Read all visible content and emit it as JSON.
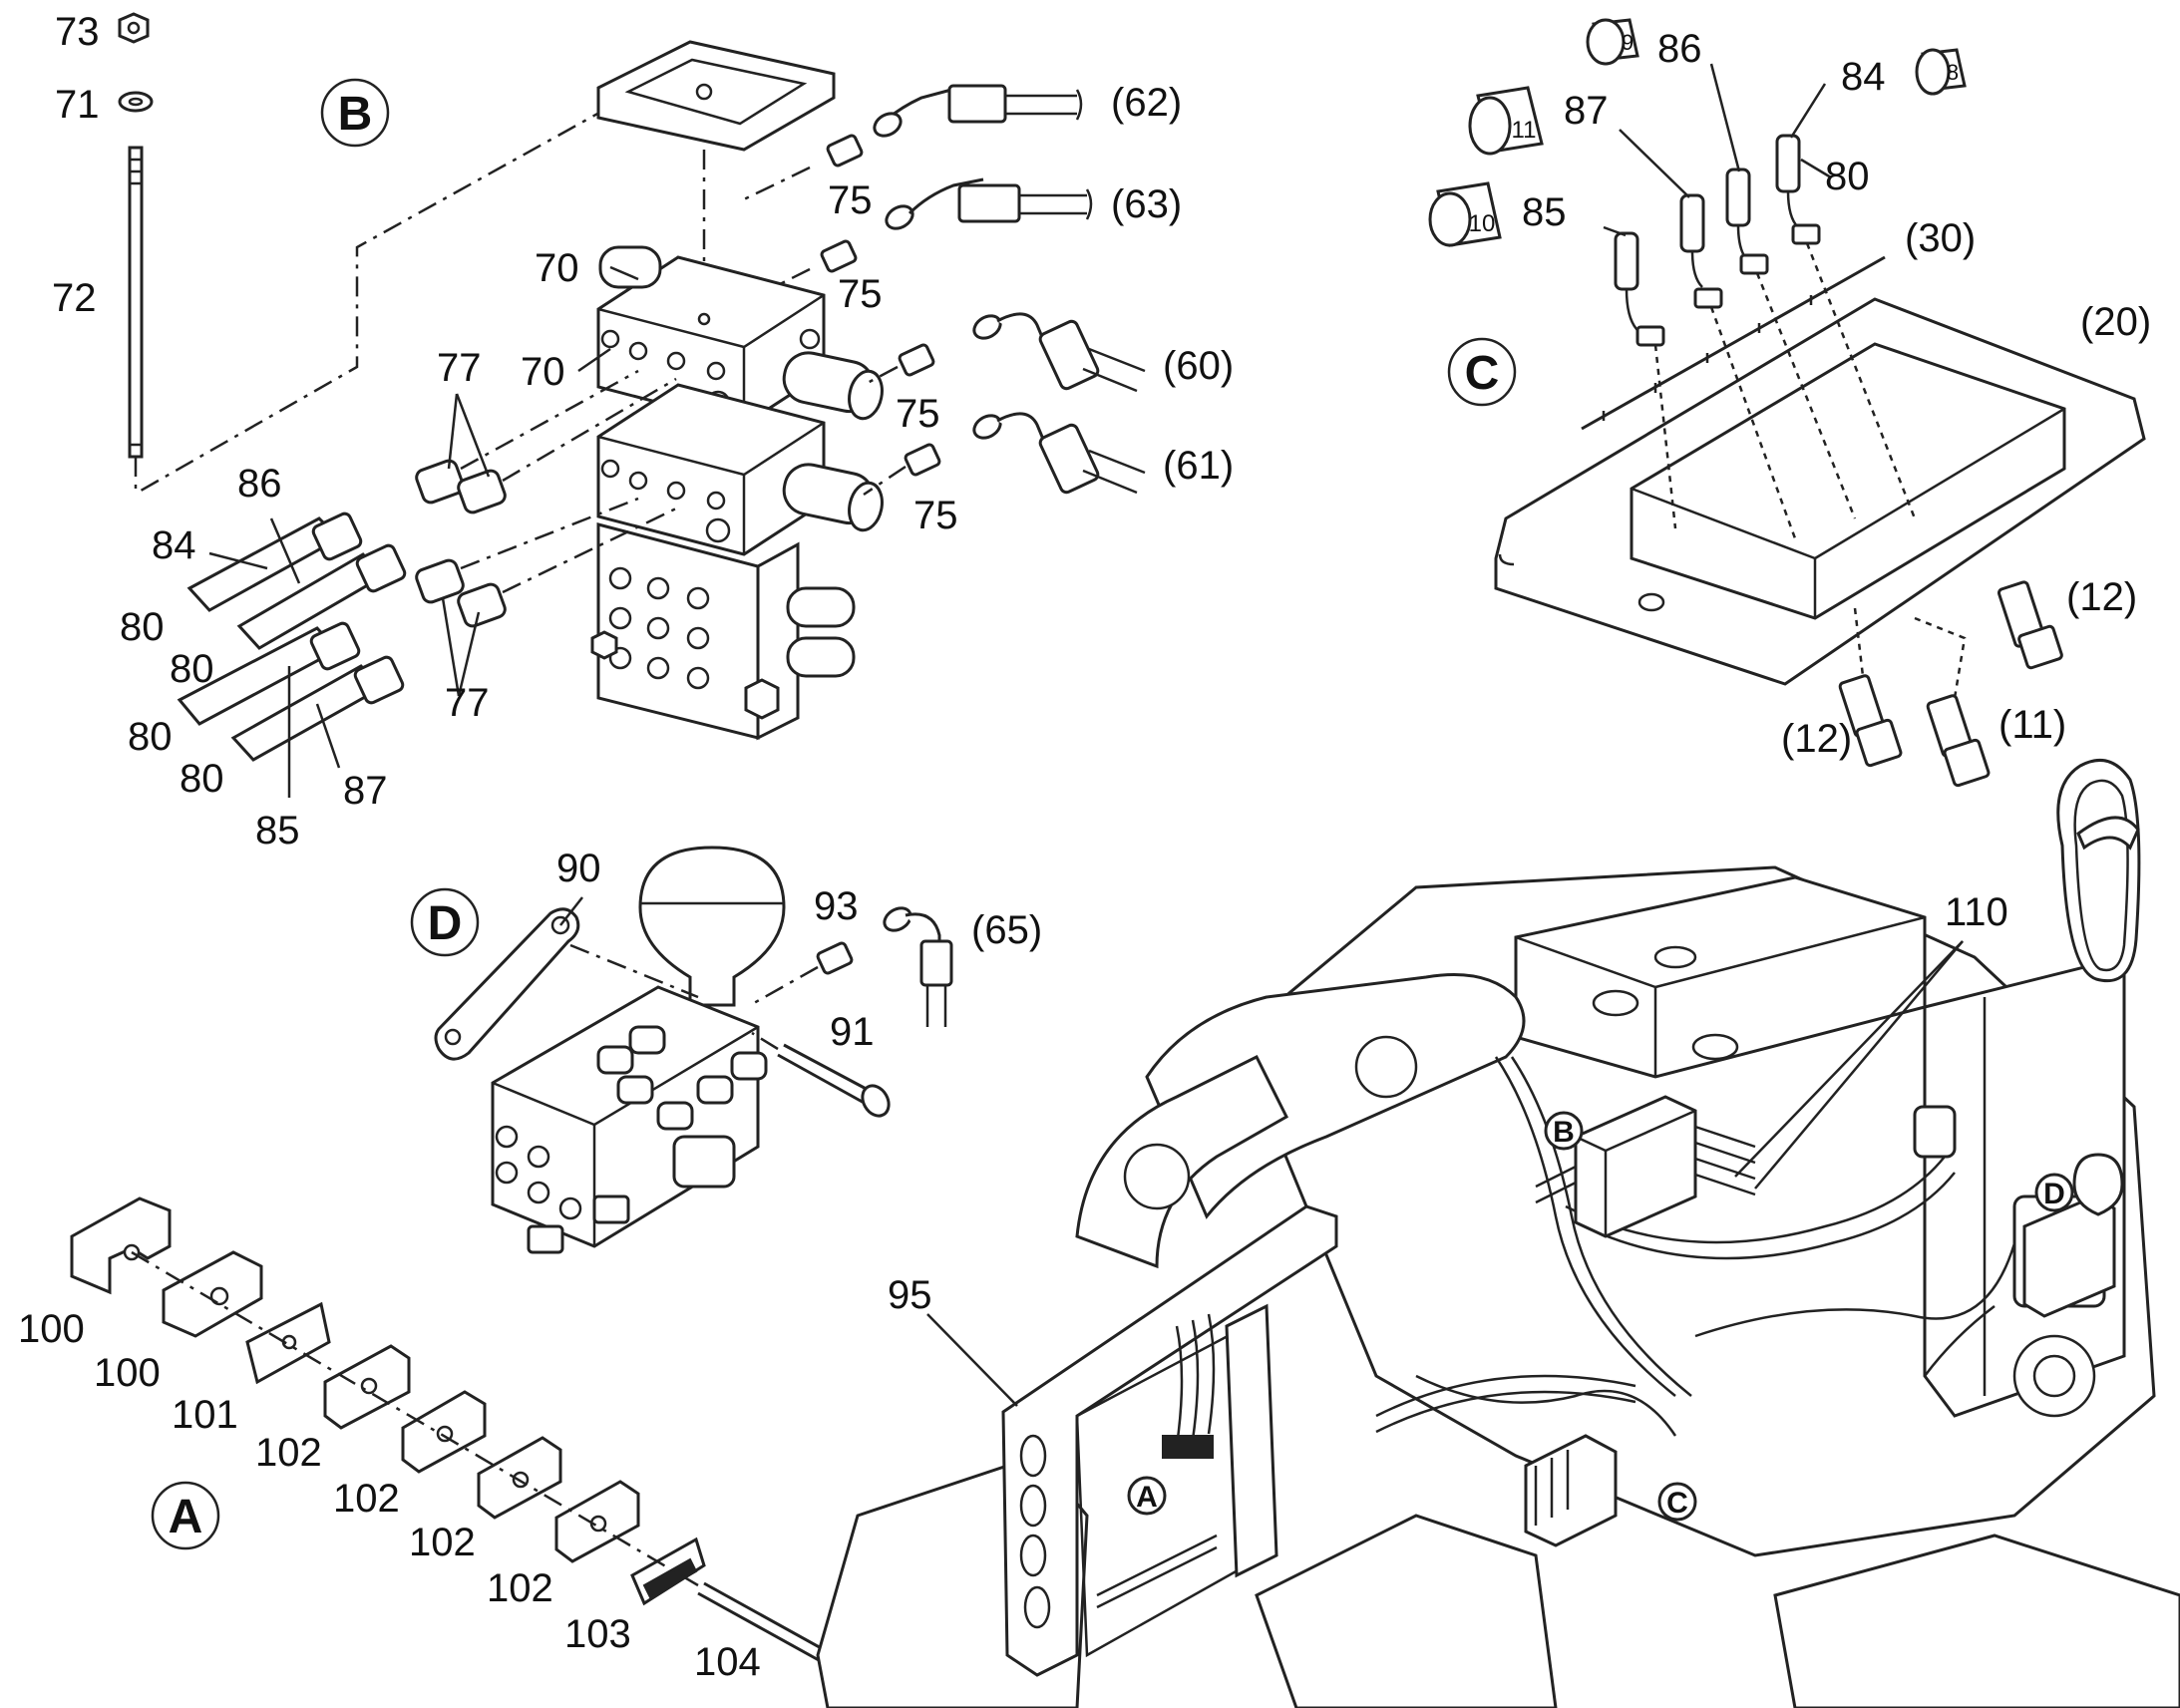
{
  "views": {
    "b": "B",
    "c": "C",
    "d": "D",
    "a": "A",
    "b_small": "B",
    "c_small": "C",
    "d_small": "D",
    "a_small": "A"
  },
  "labels": {
    "l73": "73",
    "l71": "71",
    "l72": "72",
    "l62": "(62)",
    "l63": "(63)",
    "l60": "(60)",
    "l61": "(61)",
    "l75a": "75",
    "l75b": "75",
    "l75c": "75",
    "l75d": "75",
    "l70a": "70",
    "l70b": "70",
    "l77a": "77",
    "l77b": "77",
    "l86a": "86",
    "l84a": "84",
    "l80a": "80",
    "l80b": "80",
    "l80c": "80",
    "l80d": "80",
    "l85a": "85",
    "l87a": "87",
    "l90": "90",
    "l93": "93",
    "l65": "(65)",
    "l91": "91",
    "l100a": "100",
    "l100b": "100",
    "l101": "101",
    "l102a": "102",
    "l102b": "102",
    "l102c": "102",
    "l102d": "102",
    "l103": "103",
    "l104": "104",
    "l95": "95",
    "l110": "110",
    "l86c": "86",
    "l84c": "84",
    "l87c": "87",
    "l85c": "85",
    "l80c2": "80",
    "l30": "(30)",
    "l20": "(20)",
    "l12a": "(12)",
    "l12b": "(12)",
    "l11": "(11)",
    "tag9": "9",
    "tag11": "11",
    "tag10": "10",
    "tag8": "8"
  }
}
